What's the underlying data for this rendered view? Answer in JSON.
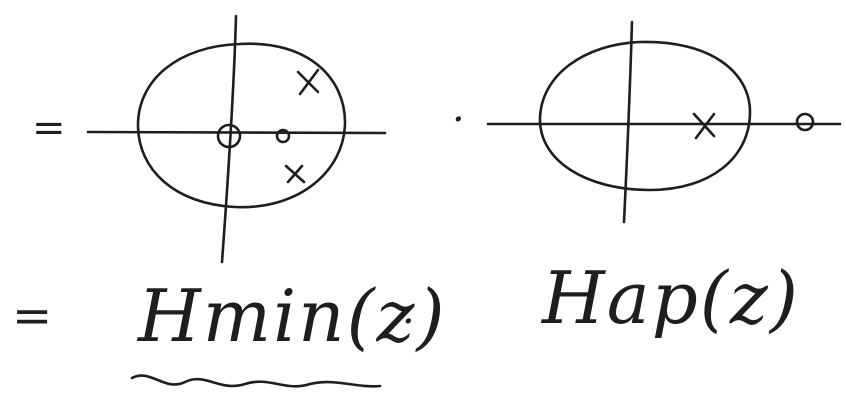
{
  "equals_symbol": "=",
  "dot_symbol": "·",
  "label_min": "Hmin(z)",
  "label_ap": "Hap(z)",
  "left_plot": {
    "origin_marker": "circle",
    "poles": 2,
    "zeros": 2
  },
  "right_plot": {
    "poles": 1,
    "zeros": 1
  },
  "icons": [
    "unit-circle",
    "pole-x",
    "zero-o",
    "underline-squiggle"
  ]
}
